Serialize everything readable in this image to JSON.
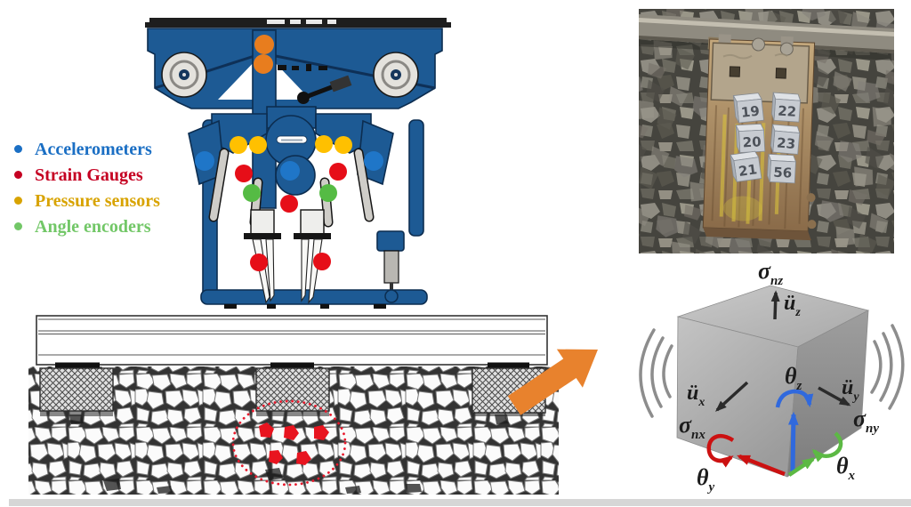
{
  "legend": {
    "items": [
      {
        "id": "accelerometers",
        "label": "Accelerometers",
        "color": "#1b6fc4"
      },
      {
        "id": "strain-gauges",
        "label": "Strain Gauges",
        "color": "#c50022"
      },
      {
        "id": "pressure-sensors",
        "label": "Pressure sensors",
        "color": "#d8a300"
      },
      {
        "id": "angle-encoders",
        "label": "Angle encoders",
        "color": "#72c767"
      }
    ]
  },
  "machine": {
    "body_color": "#1d5a94",
    "sensor_colors": {
      "accelerometer": "#1f76c8",
      "strain_gauge": "#e60e18",
      "pressure": "#ffc000",
      "angle_encoder": "#55bb44",
      "orange": "#e87d1e"
    }
  },
  "cross_section": {
    "rock_color": "#e8141f",
    "ellipse_color": "#e8192c"
  },
  "flow_arrow": {
    "color": "#e8822d"
  },
  "photo": {
    "cubes": [
      "19",
      "22",
      "20",
      "23",
      "21",
      "56"
    ]
  },
  "cube_diagram": {
    "axis_colors": {
      "x": "#5cb944",
      "y": "#cc1111",
      "z": "#3069dd"
    },
    "labels": {
      "sigma_nz": {
        "base": "σ",
        "sub": "nz"
      },
      "u_z": {
        "base": "ü",
        "sub": "z"
      },
      "u_x": {
        "base": "ü",
        "sub": "x"
      },
      "sigma_nx": {
        "base": "σ",
        "sub": "nx"
      },
      "u_y": {
        "base": "ü",
        "sub": "y"
      },
      "sigma_ny": {
        "base": "σ",
        "sub": "ny"
      },
      "theta_z": {
        "base": "θ",
        "sub": "z"
      },
      "theta_y": {
        "base": "θ",
        "sub": "y"
      },
      "theta_x": {
        "base": "θ",
        "sub": "x"
      }
    }
  }
}
